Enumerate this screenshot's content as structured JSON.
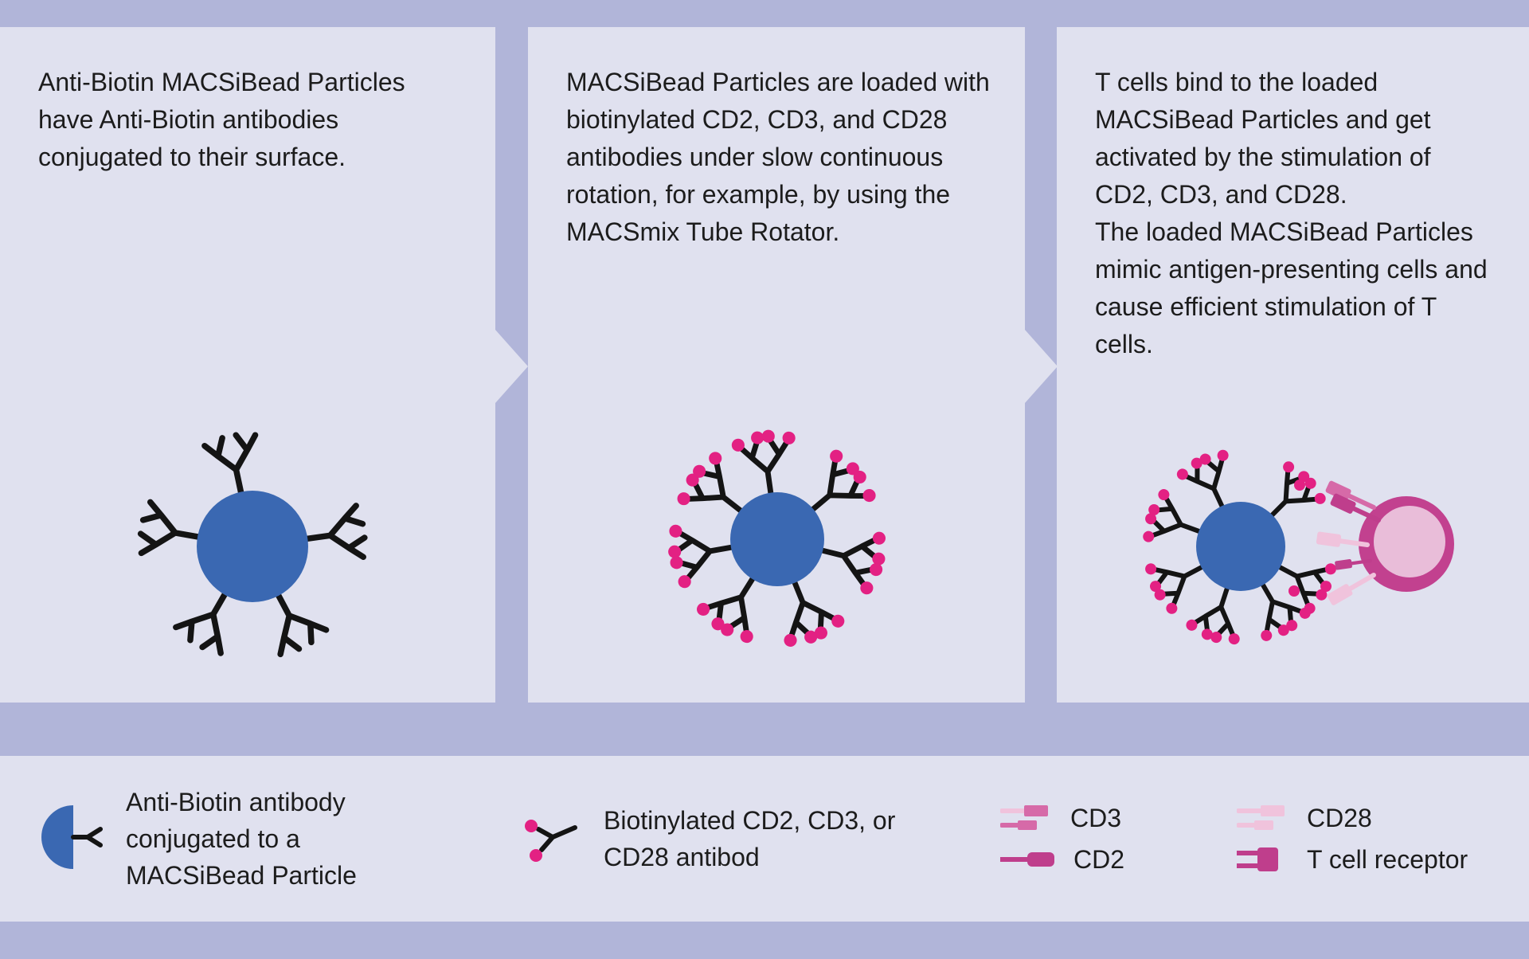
{
  "colors": {
    "background": "#b1b5d9",
    "panel": "#e0e1ef",
    "text": "#1c1c1c",
    "bead_blue": "#3a68b2",
    "antibody_black": "#141414",
    "biotin_pink": "#e32183",
    "magenta_dark": "#bf3e8c",
    "magenta_medium": "#d66aa8",
    "pink_light": "#f0c3dc",
    "tcell_outer": "#c2418f",
    "tcell_inner": "#e9bdd9"
  },
  "panels": [
    {
      "step": 1,
      "text": "Anti-Biotin MACSiBead Particles have Anti-Biotin antibodies conjugated to their surface."
    },
    {
      "step": 2,
      "text": "MACSiBead Particles are loaded with biotinylated CD2, CD3, and CD28 antibodies under slow continuous rotation, for example, by using the MACSmix Tube Rotator."
    },
    {
      "step": 3,
      "text": "T cells bind to the loaded MACSiBead Particles and get activated by the stimulation of CD2, CD3, and CD28.\nThe loaded MACSiBead Particles mimic antigen-presenting cells and cause efficient stimulation of T cells."
    }
  ],
  "legend": {
    "items": [
      {
        "icon": "macsibead-antibody-icon",
        "label": "Anti-Biotin antibody conjugated to a MACSiBead Particle"
      },
      {
        "icon": "biotinylated-antibody-icon",
        "label": "Biotinylated CD2, CD3, or CD28 antibod"
      },
      {
        "icon": "cd3-receptor-icon",
        "label": "CD3"
      },
      {
        "icon": "cd2-receptor-icon",
        "label": "CD2"
      },
      {
        "icon": "cd28-receptor-icon",
        "label": "CD28"
      },
      {
        "icon": "t-cell-receptor-icon",
        "label": "T cell receptor"
      }
    ]
  }
}
